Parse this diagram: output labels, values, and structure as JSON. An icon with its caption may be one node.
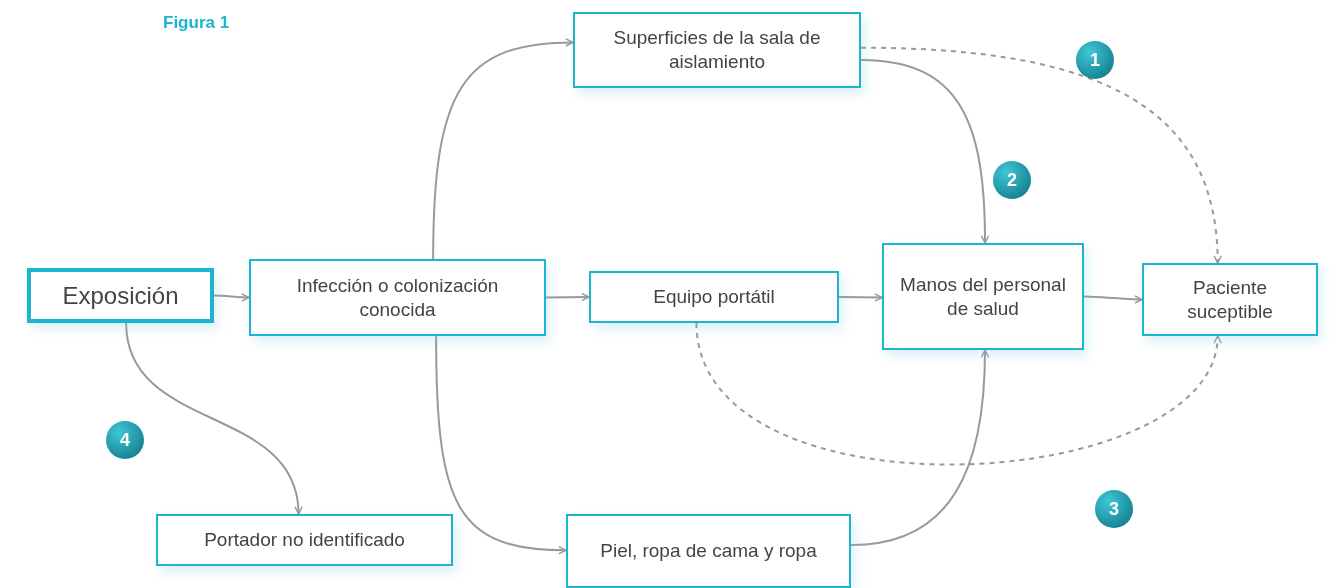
{
  "diagram": {
    "title": "Figura 1",
    "nodes": [
      {
        "text": [
          "Exposición"
        ]
      },
      {
        "text": [
          "Infección o colonización conocida"
        ]
      },
      {
        "text": [
          "Superficies de la sala de aislamiento"
        ]
      },
      {
        "text": [
          "Equipo portátil"
        ]
      },
      {
        "text": [
          "Manos del personal de salud"
        ]
      },
      {
        "text": [
          "Paciente suceptible"
        ]
      },
      {
        "text": [
          "Portador no identificado"
        ]
      },
      {
        "text": [
          "Piel, ropa de cama y ropa"
        ]
      }
    ],
    "edges": [
      {
        "from": 0,
        "to": 1,
        "arrow": "to"
      },
      {
        "from": 1,
        "to": 2,
        "arrow": "to"
      },
      {
        "from": 1,
        "to": 3,
        "arrow": "to"
      },
      {
        "from": 1,
        "to": 7,
        "arrow": "to"
      },
      {
        "from": 0,
        "to": 6,
        "arrow": "to"
      },
      {
        "from": 2,
        "to": 4,
        "arrow": "to"
      },
      {
        "from": 2,
        "to": 5,
        "arrow": "to",
        "style": "dashed"
      },
      {
        "from": 3,
        "to": 4,
        "arrow": "to"
      },
      {
        "from": 4,
        "to": 5,
        "arrow": "to"
      },
      {
        "from": 7,
        "to": 4,
        "arrow": "to"
      },
      {
        "from": 3,
        "to": 5,
        "arrow": "to",
        "style": "dashed"
      }
    ],
    "labels": [
      "1",
      "2",
      "4",
      "3"
    ]
  }
}
